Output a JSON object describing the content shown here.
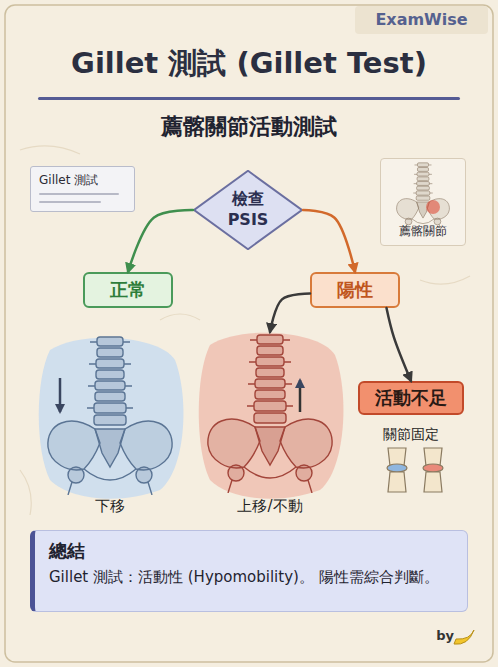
{
  "diagram": {
    "title": "Gillet 測試 (Gillet Test)",
    "nodes": [
      {
        "text": [
          "Gillet 測試"
        ]
      },
      {
        "text": [
          "檢查 PSIS"
        ]
      },
      {
        "text": [
          "薦髂關節"
        ]
      },
      {
        "text": [
          "正常"
        ]
      },
      {
        "text": [
          "陽性"
        ]
      },
      {
        "text": [
          "下移"
        ]
      },
      {
        "text": [
          "上移/不動"
        ]
      },
      {
        "text": [
          "活動不足",
          "關節固定"
        ]
      },
      {
        "text": [
          "總結",
          "Gillet 測試：活動性 (Hypomobility)。 陽性需綜合判斷。"
        ]
      }
    ],
    "edges": [
      {
        "from": 1,
        "to": 3,
        "arrow": "to"
      },
      {
        "from": 1,
        "to": 4,
        "arrow": "to"
      },
      {
        "from": 4,
        "to": 6,
        "arrow": "to"
      },
      {
        "from": 4,
        "to": 7,
        "arrow": "to"
      }
    ],
    "labels": [
      "ExamWise",
      "薦髂關節活動測試",
      "by"
    ]
  }
}
